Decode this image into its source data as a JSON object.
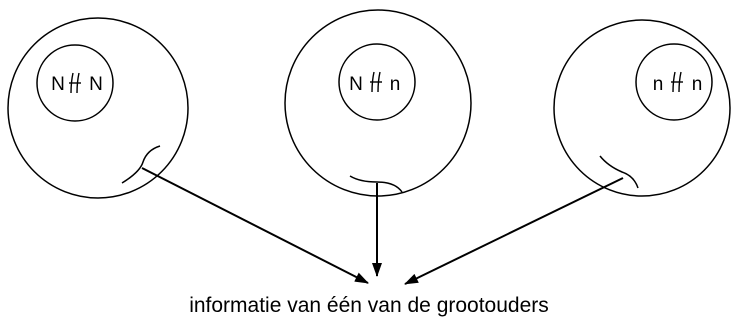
{
  "cells": [
    {
      "left_allele": "N",
      "right_allele": "N"
    },
    {
      "left_allele": "N",
      "right_allele": "n"
    },
    {
      "left_allele": "n",
      "right_allele": "n"
    }
  ],
  "caption": "informatie van één van de grootouders",
  "colors": {
    "stroke": "#000000",
    "background": "#ffffff"
  }
}
